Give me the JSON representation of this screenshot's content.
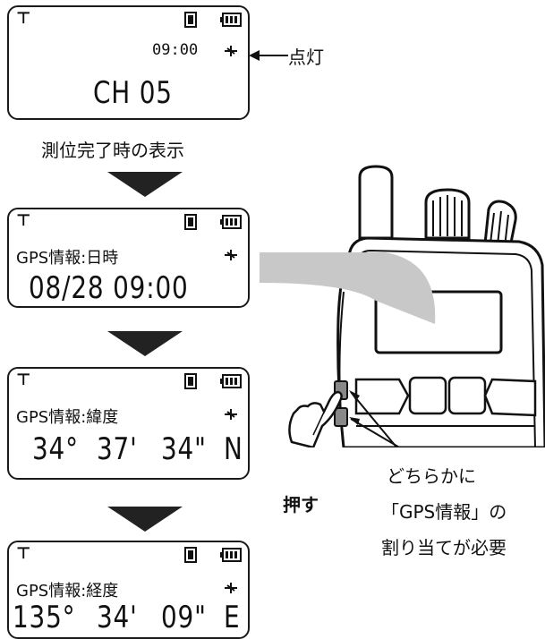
{
  "screens": [
    {
      "channel": "CH 05",
      "time": "09:00"
    },
    {
      "label": "GPS情報:日時",
      "value": "08/28 09:00"
    },
    {
      "label": "GPS情報:緯度",
      "deg": "34°",
      "min": "37'",
      "sec": "34\"",
      "dir": "N"
    },
    {
      "label": "GPS情報:経度",
      "deg": "135°",
      "min": "34'",
      "sec": "09\"",
      "dir": "E"
    }
  ],
  "callout_lit": "点灯",
  "caption_fix": "測位完了時の表示",
  "press_label": "押す",
  "note_lines": [
    "どちらかに",
    "「GPS情報」の",
    "割り当てが必要"
  ],
  "colors": {
    "ink": "#111111",
    "radio_fill": "#ffffff",
    "highlight": "#c8c8c8"
  }
}
